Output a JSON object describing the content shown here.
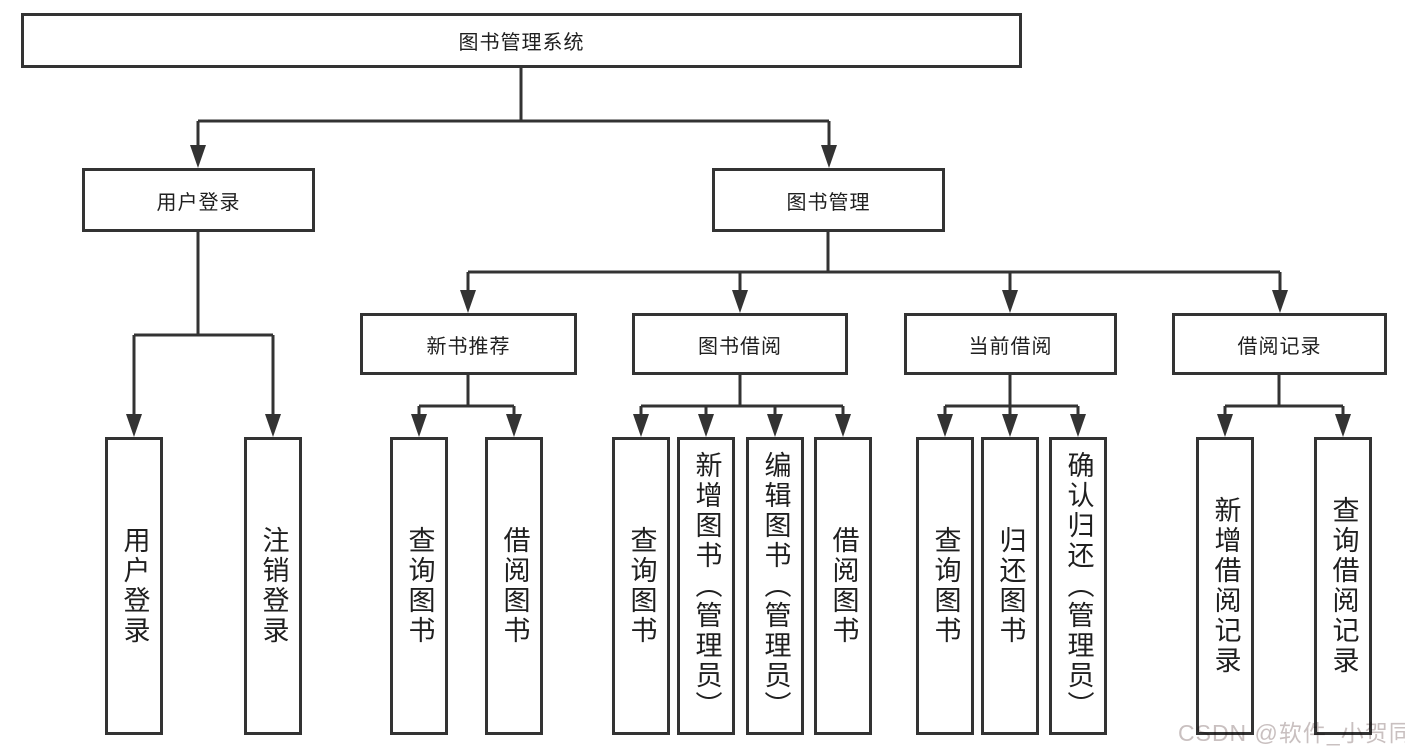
{
  "diagram": {
    "root": {
      "label": "图书管理系统"
    },
    "level1": [
      {
        "label": "用户登录"
      },
      {
        "label": "图书管理"
      }
    ],
    "level2": [
      {
        "label": "新书推荐"
      },
      {
        "label": "图书借阅"
      },
      {
        "label": "当前借阅"
      },
      {
        "label": "借阅记录"
      }
    ],
    "leaves": {
      "user_login": [
        {
          "label": "用户登录"
        },
        {
          "label": "注销登录"
        }
      ],
      "new_books": [
        {
          "label": "查询图书"
        },
        {
          "label": "借阅图书"
        }
      ],
      "book_borrow": [
        {
          "label": "查询图书"
        },
        {
          "label": "新增图书（管理员）"
        },
        {
          "label": "编辑图书（管理员）"
        },
        {
          "label": "借阅图书"
        }
      ],
      "current_borrow": [
        {
          "label": "查询图书"
        },
        {
          "label": "归还图书"
        },
        {
          "label": "确认归还（管理员）"
        }
      ],
      "borrow_records": [
        {
          "label": "新增借阅记录"
        },
        {
          "label": "查询借阅记录"
        }
      ]
    }
  },
  "watermark": {
    "text": "CSDN @软件_小贺同学"
  },
  "colors": {
    "line": "#333333",
    "fill": "#ffffff",
    "text": "#1f1f1f",
    "watermark": "#c9c0c0"
  }
}
